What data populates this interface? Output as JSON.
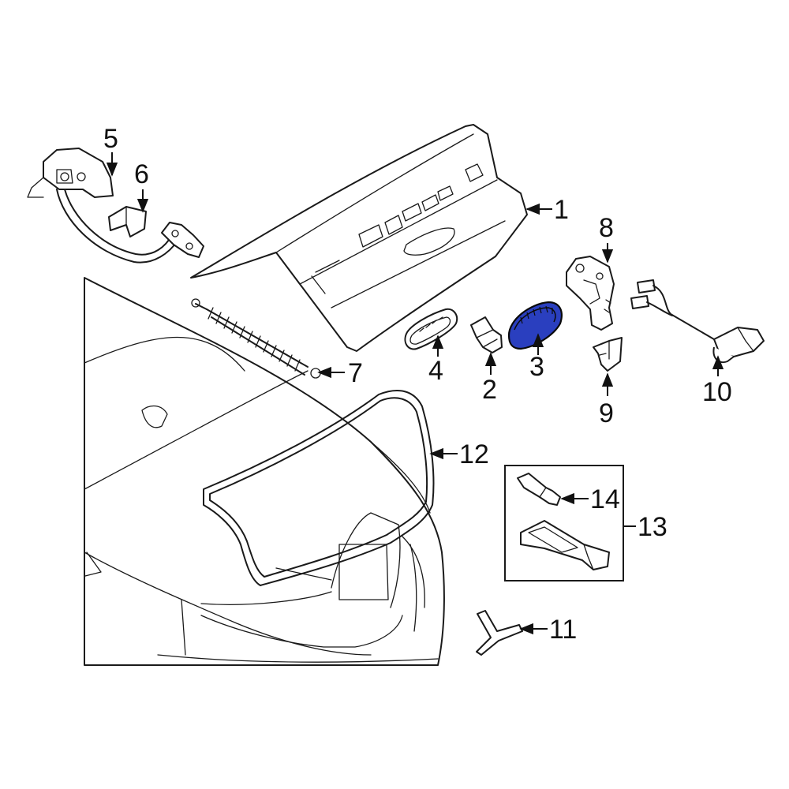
{
  "diagram": {
    "highlight_color": "#2a3fbf",
    "line_color": "#1a1a1a",
    "highlighted_part": "3",
    "callouts": [
      {
        "id": "c1",
        "label": "1"
      },
      {
        "id": "c2",
        "label": "2"
      },
      {
        "id": "c3",
        "label": "3"
      },
      {
        "id": "c4",
        "label": "4"
      },
      {
        "id": "c5",
        "label": "5"
      },
      {
        "id": "c6",
        "label": "6"
      },
      {
        "id": "c7",
        "label": "7"
      },
      {
        "id": "c8",
        "label": "8"
      },
      {
        "id": "c9",
        "label": "9"
      },
      {
        "id": "c10",
        "label": "10"
      },
      {
        "id": "c11",
        "label": "11"
      },
      {
        "id": "c12",
        "label": "12"
      },
      {
        "id": "c13",
        "label": "13"
      },
      {
        "id": "c14",
        "label": "14"
      }
    ]
  }
}
